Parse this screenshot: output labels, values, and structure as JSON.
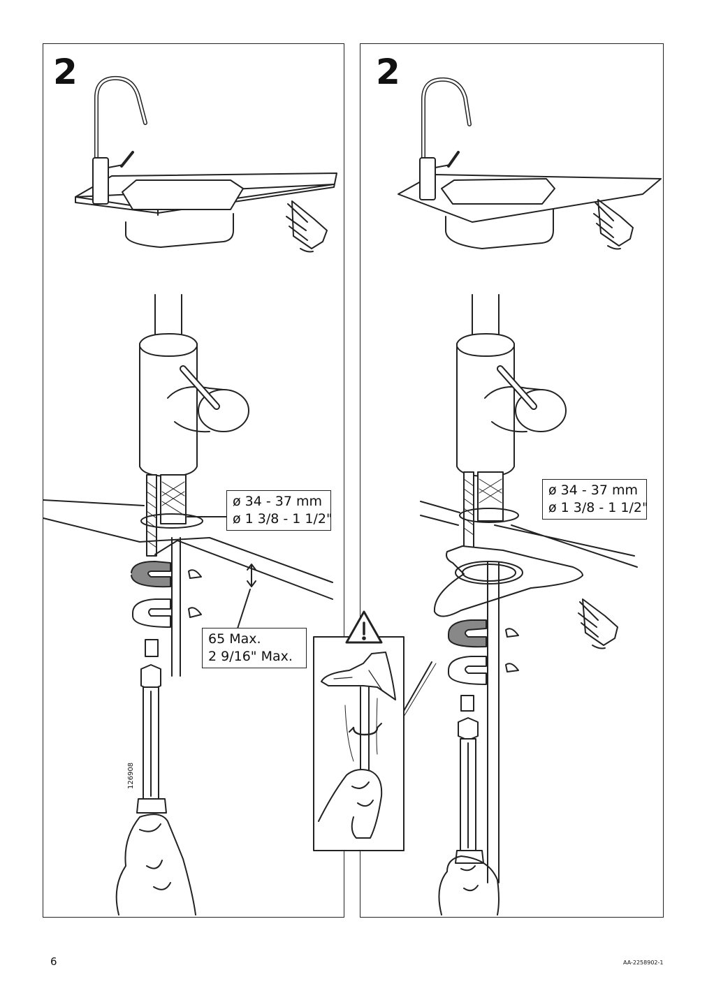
{
  "page": {
    "page_number": "6",
    "document_id": "AA-2258902-1"
  },
  "panels": [
    {
      "step": "2",
      "callout_diameter": [
        "ø 34 - 37 mm",
        "ø 1 3/8 - 1 1/2\""
      ],
      "callout_thickness": [
        "65 Max.",
        "2 9/16\" Max."
      ],
      "vertical_code": "126908"
    },
    {
      "step": "2",
      "callout_diameter": [
        "ø 34 - 37 mm",
        "ø 1 3/8 - 1 1/2\""
      ]
    }
  ],
  "icons": [
    "faucet-illustration",
    "sink-illustration",
    "hand-pointing-icon",
    "warning-icon",
    "wrench-tool-illustration",
    "washer-illustration"
  ]
}
